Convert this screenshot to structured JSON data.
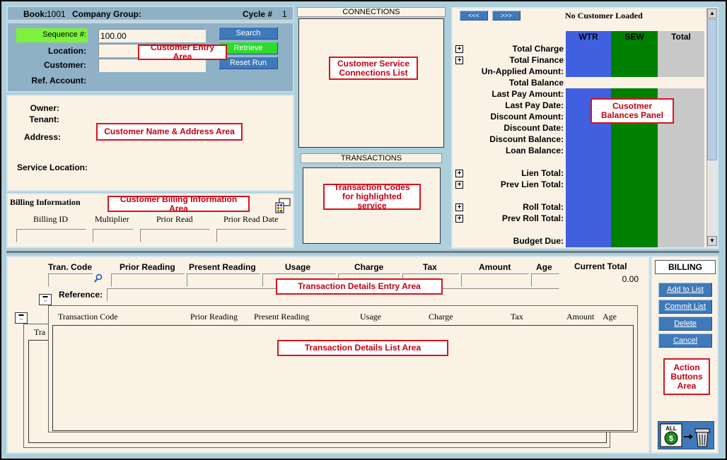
{
  "header": {
    "book_label": "Book:",
    "book_value": "1001",
    "company_group_label": "Company Group:",
    "cycle_label": "Cycle #",
    "cycle_value": "1"
  },
  "customer_entry": {
    "sequence_label": "Sequence #:",
    "sequence_value": "100.00",
    "location_label": "Location:",
    "location_value": "",
    "customer_label": "Customer:",
    "customer_value": "",
    "ref_account_label": "Ref. Account:",
    "search_button": "Search",
    "retrieve_button": "Retrieve",
    "reset_button": "Reset Run",
    "sequence_highlight": "#7cf23a"
  },
  "name_address": {
    "owner_label": "Owner:",
    "tenant_label": "Tenant:",
    "address_label": "Address:",
    "service_location_label": "Service Location:"
  },
  "billing_info": {
    "title": "Billing Information",
    "columns": [
      "Billing ID",
      "Multiplier",
      "Prior Read",
      "Prior Read Date"
    ],
    "icon": "colorful-grid-icon"
  },
  "connections": {
    "title": "CONNECTIONS"
  },
  "transactions": {
    "title": "TRANSACTIONS"
  },
  "balances": {
    "prev_button": "<<<",
    "next_button": ">>>",
    "status": "No Customer Loaded",
    "columns": [
      {
        "label": "WTR",
        "color": "#4060e0"
      },
      {
        "label": "SEW",
        "color": "#008000"
      },
      {
        "label": "Total",
        "color": "#c8c8c8"
      }
    ],
    "rows": [
      {
        "label": "Total Charge",
        "expand": true
      },
      {
        "label": "Total Finance",
        "expand": true
      },
      {
        "label": "Un-Applied Amount:",
        "expand": false
      },
      {
        "label": "Total Balance",
        "expand": false
      },
      {
        "label": "Last Pay Amount:",
        "expand": false
      },
      {
        "label": "Last Pay Date:",
        "expand": false
      },
      {
        "label": "Discount Amount:",
        "expand": false
      },
      {
        "label": "Discount Date:",
        "expand": false
      },
      {
        "label": "Discount Balance:",
        "expand": false
      },
      {
        "label": "Loan Balance:",
        "expand": false
      },
      {
        "label": "Lien Total:",
        "expand": true
      },
      {
        "label": "Prev Lien Total:",
        "expand": true
      },
      {
        "label": "Roll Total:",
        "expand": true
      },
      {
        "label": "Prev Roll Total:",
        "expand": true
      },
      {
        "label": "Budget Due:",
        "expand": false
      }
    ]
  },
  "transaction_entry": {
    "columns": [
      "Tran. Code",
      "Prior Reading",
      "Present Reading",
      "Usage",
      "Charge",
      "Tax",
      "Amount",
      "Age"
    ],
    "current_total_label": "Current Total",
    "current_total_value": "0.00",
    "reference_label": "Reference:"
  },
  "transaction_list": {
    "columns": [
      "Transaction Code",
      "Prior Reading",
      "Present Reading",
      "Usage",
      "Charge",
      "Tax",
      "Amount",
      "Age"
    ],
    "back_header": "Tra"
  },
  "actions": {
    "title": "BILLING",
    "add_button": "Add to List",
    "commit_button": "Commit List",
    "delete_button": "Delete",
    "cancel_button": "Cancel",
    "clear_icon_label": "ALL"
  },
  "callouts": {
    "customer_entry": "Customer Entry Area",
    "name_address": "Customer Name & Address Area",
    "billing_info": "Customer Billing Information Area",
    "connections": "Customer Service Connections List",
    "transactions": "Transaction Codes for highlighted service",
    "balances": "Cusotmer Balances Panel",
    "tran_entry": "Transaction Details Entry Area",
    "tran_list": "Transaction Details List Area",
    "actions": "Action Buttons Area"
  }
}
